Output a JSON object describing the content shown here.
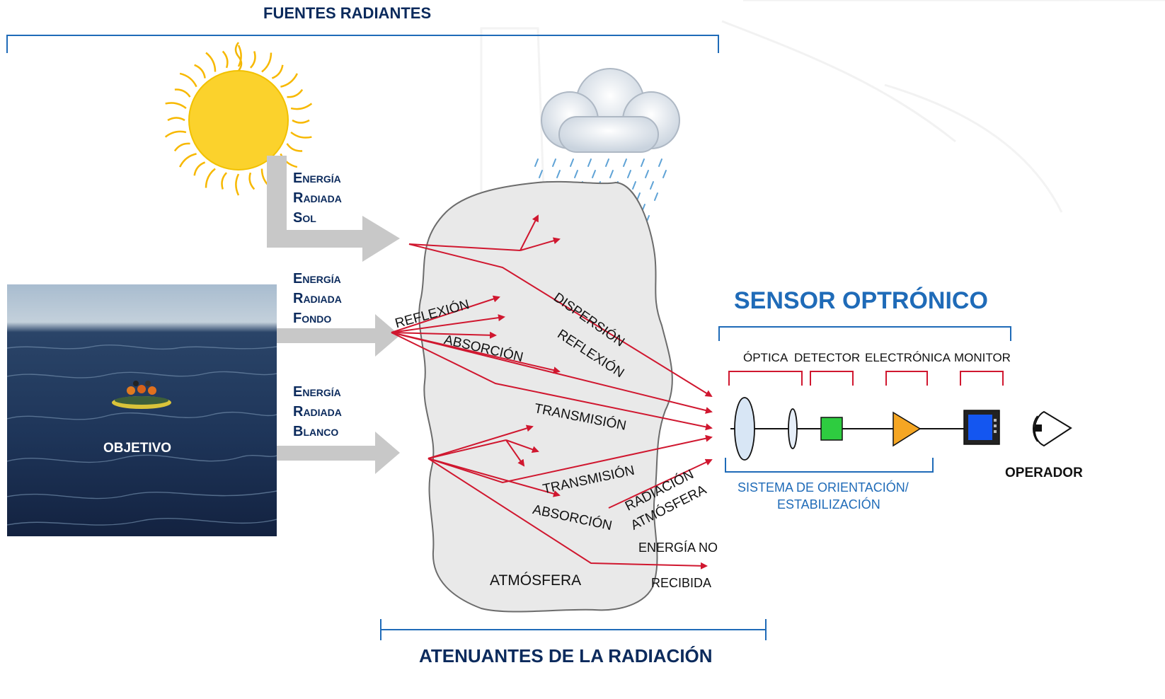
{
  "header": {
    "fuentes": "FUENTES RADIANTES",
    "atenuantes": "ATENUANTES DE LA RADIACIÓN",
    "sensor": "SENSOR OPTRÓNICO"
  },
  "sources": {
    "sol": [
      "Energía",
      "Radiada",
      "Sol"
    ],
    "fondo": [
      "Energía",
      "Radiada",
      "Fondo"
    ],
    "blanco": [
      "Energía",
      "Radiada",
      "Blanco"
    ],
    "objetivo": "OBJETIVO"
  },
  "atmosphere": {
    "label": "ATMÓSFERA",
    "dispersion": "DISPERSIÓN",
    "reflexion_top": "REFLEXIÓN",
    "reflexion": "REFLEXIÓN",
    "absorcion_top": "ABSORCIÓN",
    "transmision_top": "TRANSMISIÓN",
    "transmision_bottom": "TRANSMISIÓN",
    "absorcion_bottom": "ABSORCIÓN",
    "radiacion_1": "RADIACIÓN",
    "radiacion_2": "ATMÓSFERA",
    "no_recibida_1": "ENERGÍA NO",
    "no_recibida_2": "RECIBIDA"
  },
  "sensor": {
    "components": [
      "ÓPTICA",
      "DETECTOR",
      "ELECTRÓNICA",
      "MONITOR"
    ],
    "sistema_1": "SISTEMA DE ORIENTACIÓN/",
    "sistema_2": "ESTABILIZACIÓN",
    "operador": "OPERADOR"
  },
  "colors": {
    "navy": "#0b2a5c",
    "blue": "#1f6bb8",
    "arrow_red": "#d0172f",
    "gray_arrow": "#c8c8c8",
    "sun": "#fbd22c",
    "detector_green": "#2ecc40",
    "amplifier_orange": "#f5a623",
    "monitor_blue": "#1456f0"
  },
  "icons": [
    "sun-icon",
    "cloud-rain-icon",
    "lens-icon",
    "detector-icon",
    "amplifier-icon",
    "monitor-icon",
    "eye-icon"
  ]
}
